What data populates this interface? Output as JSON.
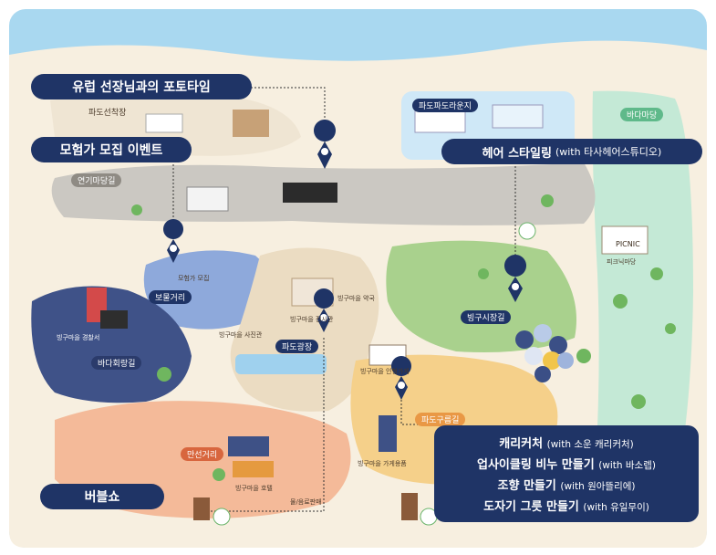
{
  "events": {
    "photo_time": "유럽 선장님과의 포토타임",
    "explorer_event": "모험가 모집 이벤트",
    "hair": "헤어 스타일링",
    "hair_partner": "(with 타사헤어스튜디오)",
    "bubble_show": "버블쇼",
    "list": [
      {
        "title": "캐리커처",
        "partner": "(with 소운 캐리커처)"
      },
      {
        "title": "업사이클링 비누 만들기",
        "partner": "(with 바소렙)"
      },
      {
        "title": "조향 만들기",
        "partner": "(with 원아뜰리에)"
      },
      {
        "title": "도자기 그릇 만들기",
        "partner": "(with 유일무이)"
      }
    ]
  },
  "zones": {
    "wave_square": "파도선착장",
    "wave_lounge": "파도파도라운지",
    "ocean_madang": "바다마당",
    "yeongi_road": "연기마당길",
    "treasure_street": "보물거리",
    "wave_plaza": "파도광장",
    "bingu_market": "빙구시장길",
    "ocean_plaza": "바다회랑길",
    "market_street": "만선거리",
    "wave_road": "파도구름길",
    "picnic": "PICNIC"
  },
  "places": {
    "explorer_recruit": "모험가 모집",
    "bingu_photo": "빙구마을 사진관",
    "bingu_pharmacy": "빙구마을 약국",
    "bingu_doll": "빙구마을 인형가게",
    "bingu_exhibit": "빙구마을 전시관",
    "bingu_watch": "빙구마을 경찰서",
    "bingu_repair": "빙구마을 가게용품",
    "bingu_hotel": "빙구마을 호텔",
    "picnic_area": "피크닉마당",
    "restroom_sign": "물/음료판매"
  },
  "colors": {
    "navy": "#1f3466",
    "sea": "#a8d6ef",
    "sand": "#f6efe2",
    "gray_zone": "#c9c6c0",
    "blue_zone": "#8aa6d8",
    "beige_zone": "#e9dcc4",
    "green_zone": "#a8d08c",
    "orange_zone": "#f4cf86",
    "peach_zone": "#f4b896",
    "navy_zone": "#3e5186",
    "mint_strip": "#bfe7d4"
  }
}
